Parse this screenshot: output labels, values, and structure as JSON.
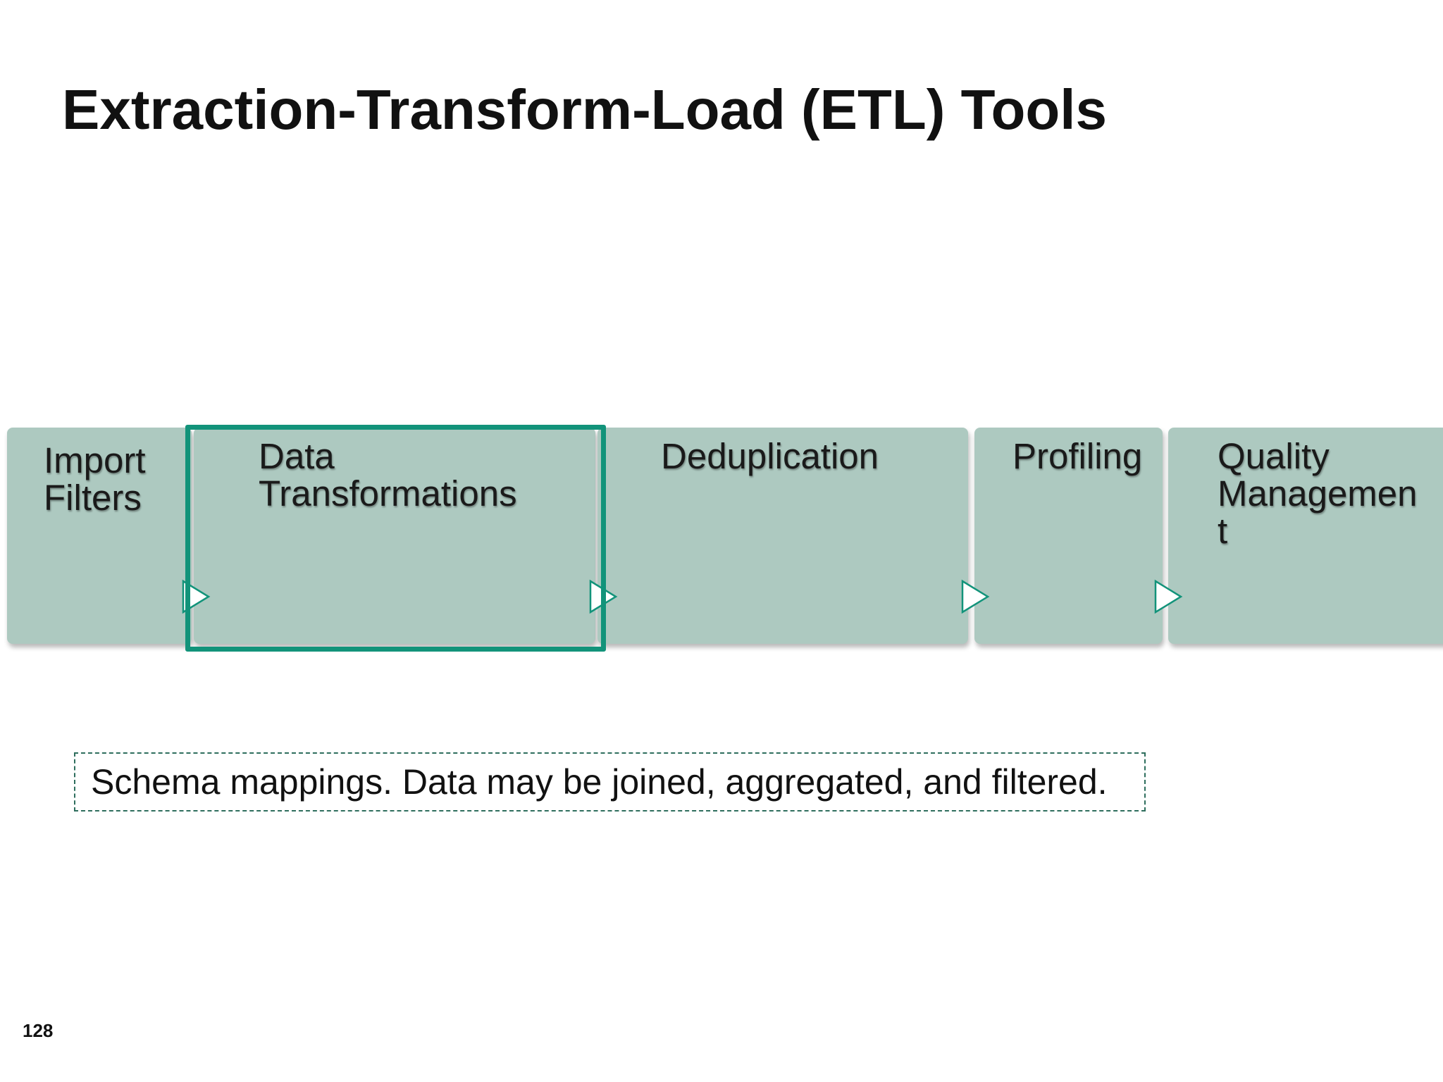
{
  "slide": {
    "title": "Extraction-Transform-Load (ETL) Tools",
    "page_number": "128"
  },
  "steps": [
    {
      "label": "Import\nFilters"
    },
    {
      "label": "Data\nTransformations"
    },
    {
      "label": "Deduplication"
    },
    {
      "label": "Profiling"
    },
    {
      "label": "Quality\nManagemen\nt"
    }
  ],
  "highlight": {
    "step_index": 1,
    "color": "#12937a"
  },
  "callout": {
    "text": "Schema mappings. Data may be joined, aggregated, and filtered."
  },
  "colors": {
    "step_fill": "#adc9c0",
    "arrow_stroke": "#12937a",
    "arrow_fill": "#ffffff"
  },
  "icons": {
    "connector": "play-triangle-icon"
  }
}
